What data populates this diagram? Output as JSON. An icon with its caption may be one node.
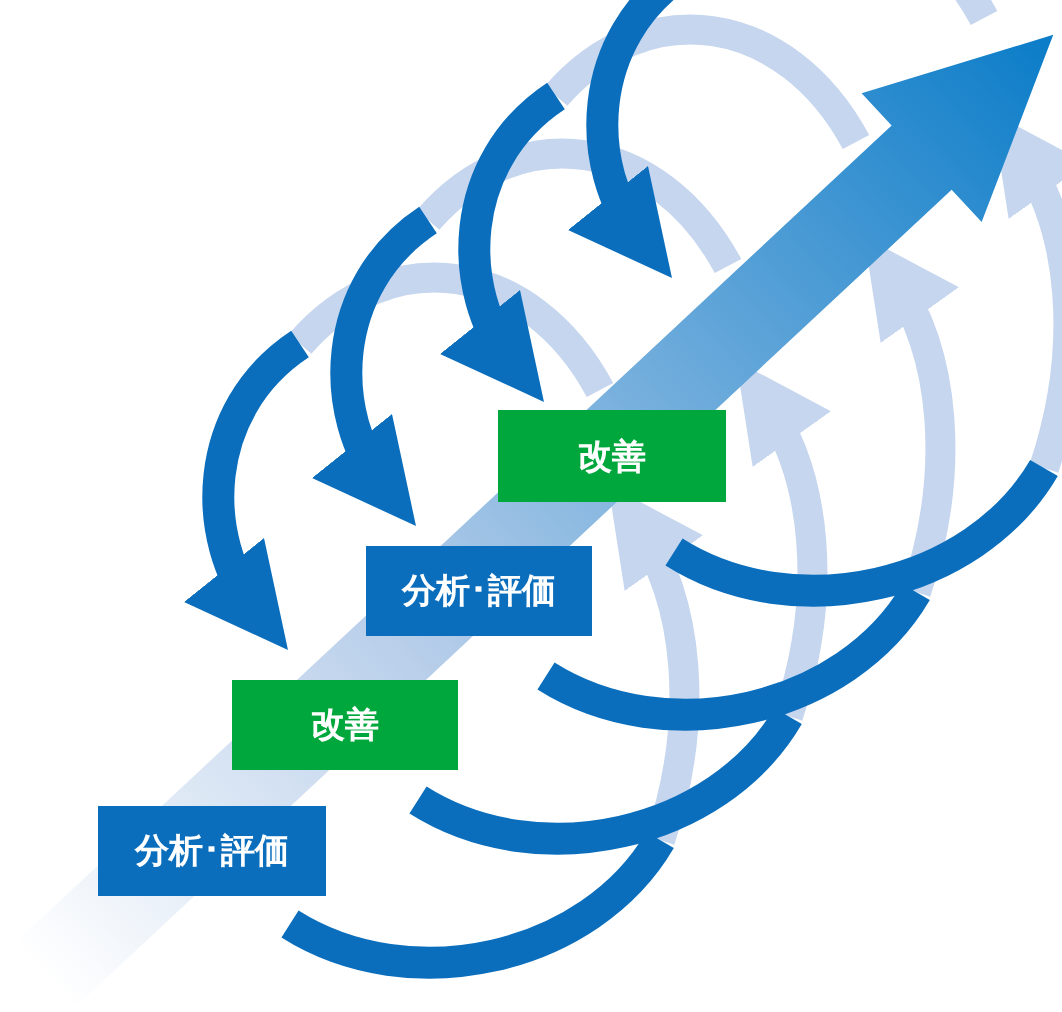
{
  "diagram": {
    "nodes": [
      {
        "text": [
          "改善"
        ]
      },
      {
        "text": [
          "分析･評価"
        ]
      },
      {
        "text": [
          "改善"
        ]
      },
      {
        "text": [
          "分析･評価"
        ]
      }
    ]
  }
}
